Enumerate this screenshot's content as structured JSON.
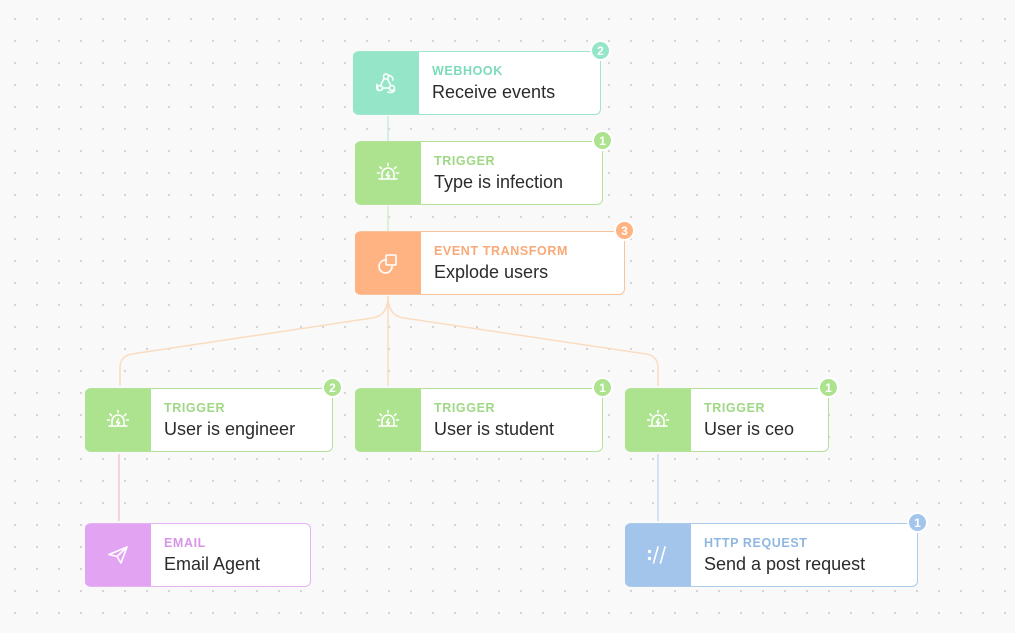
{
  "nodes": {
    "webhook": {
      "type": "WEBHOOK",
      "label": "Receive events",
      "badge": "2",
      "icon": "webhook-icon",
      "color": "#95e6c8"
    },
    "trigger_infection": {
      "type": "TRIGGER",
      "label": "Type is infection",
      "badge": "1",
      "icon": "siren-icon",
      "color": "#ade38f"
    },
    "event_transform": {
      "type": "EVENT TRANSFORM",
      "label": "Explode users",
      "badge": "3",
      "icon": "shapes-icon",
      "color": "#ffb383"
    },
    "trigger_engineer": {
      "type": "TRIGGER",
      "label": "User is engineer",
      "badge": "2",
      "icon": "siren-icon",
      "color": "#ade38f"
    },
    "trigger_student": {
      "type": "TRIGGER",
      "label": "User is student",
      "badge": "1",
      "icon": "siren-icon",
      "color": "#ade38f"
    },
    "trigger_ceo": {
      "type": "TRIGGER",
      "label": "User is ceo",
      "badge": "1",
      "icon": "siren-icon",
      "color": "#ade38f"
    },
    "email": {
      "type": "EMAIL",
      "label": "Email Agent",
      "icon": "paper-plane-icon",
      "color": "#e3a3f3"
    },
    "http_request": {
      "type": "HTTP REQUEST",
      "label": "Send a post request",
      "badge": "1",
      "icon": "http-icon",
      "color": "#a3c5ec"
    }
  }
}
